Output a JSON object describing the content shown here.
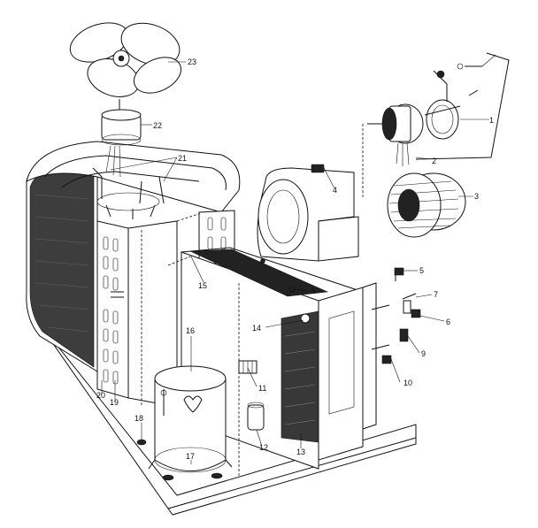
{
  "parts": [
    {
      "id": "p1",
      "label": "1"
    },
    {
      "id": "p2",
      "label": "2"
    },
    {
      "id": "p3",
      "label": "3"
    },
    {
      "id": "p4",
      "label": "4"
    },
    {
      "id": "p5a",
      "label": "5"
    },
    {
      "id": "p5b",
      "label": "5"
    },
    {
      "id": "p6",
      "label": "6"
    },
    {
      "id": "p7",
      "label": "7"
    },
    {
      "id": "p9",
      "label": "9"
    },
    {
      "id": "p10",
      "label": "10"
    },
    {
      "id": "p11",
      "label": "11"
    },
    {
      "id": "p12",
      "label": "12"
    },
    {
      "id": "p13",
      "label": "13"
    },
    {
      "id": "p14",
      "label": "14"
    },
    {
      "id": "p15",
      "label": "15"
    },
    {
      "id": "p16",
      "label": "16"
    },
    {
      "id": "p17",
      "label": "17"
    },
    {
      "id": "p18",
      "label": "18"
    },
    {
      "id": "p19",
      "label": "19"
    },
    {
      "id": "p20",
      "label": "20"
    },
    {
      "id": "p21",
      "label": "21"
    },
    {
      "id": "p22",
      "label": "22"
    },
    {
      "id": "p23",
      "label": "23"
    }
  ],
  "icons": {
    "fan_blade": "fan-blade-icon",
    "fan_motor": "fan-motor-icon",
    "blower_motor": "blower-motor-icon",
    "blower_wheel": "blower-wheel-icon",
    "compressor": "compressor-icon",
    "condenser_coil": "condenser-coil-icon",
    "evaporator_coil": "evaporator-coil-icon"
  }
}
